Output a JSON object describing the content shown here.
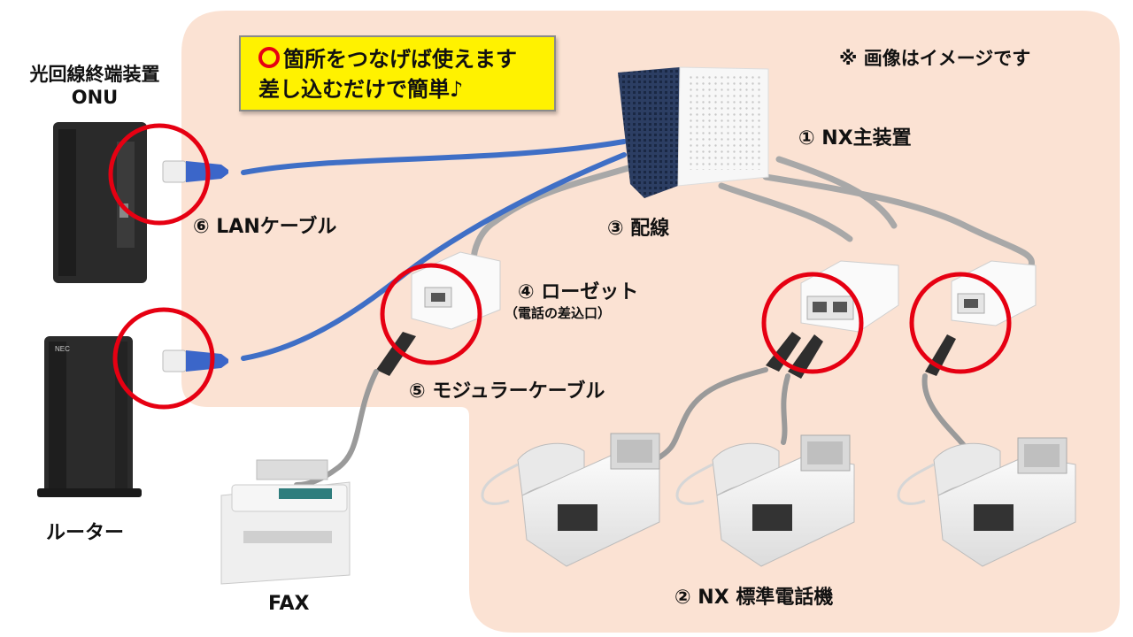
{
  "callout": {
    "line1": "箇所をつなげば使えます",
    "line2": "差し込むだけで簡単♪"
  },
  "note": "※ 画像はイメージです",
  "devices": {
    "onu": {
      "line1": "光回線終端装置",
      "line2": "ONU"
    },
    "router": {
      "label": "ルーター",
      "brand": "NEC"
    },
    "fax": {
      "label": "FAX"
    }
  },
  "parts": {
    "main_unit": "① NX主装置",
    "phones": "② NX 標準電話機",
    "wiring": "③ 配線",
    "rosette": "④ ローゼット",
    "rosette_sub": "（電話の差込口）",
    "modular_cable": "⑤ モジュラーケーブル",
    "lan_cable": "⑥ LANケーブル"
  },
  "colors": {
    "bg_panel": "#fbe2d3",
    "lan_blue": "#3f6fc6",
    "wire_gray": "#a8a8a8",
    "highlight_red": "#e60012",
    "callout_yellow": "#fff200"
  }
}
